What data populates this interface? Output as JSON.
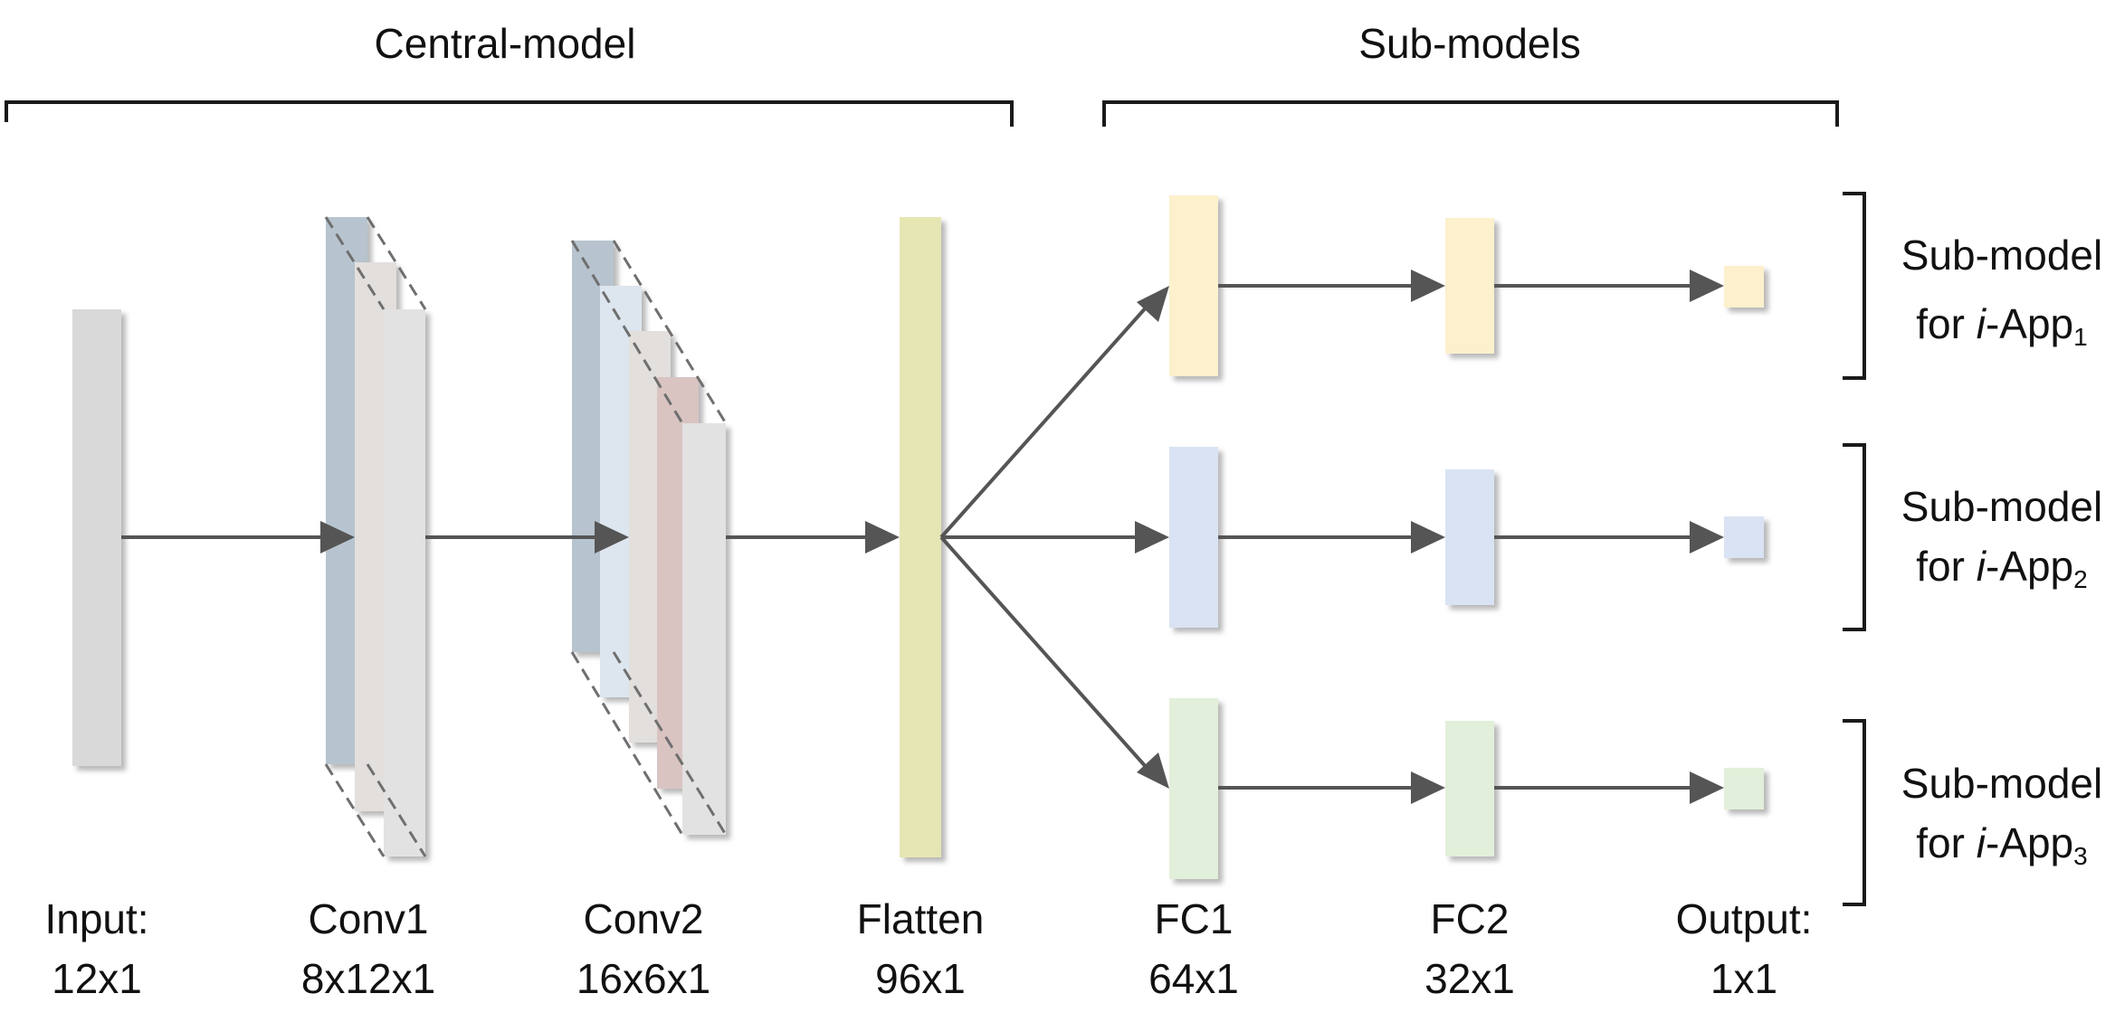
{
  "sections": {
    "central_model": "Central-model",
    "sub_models": "Sub-models"
  },
  "layers": [
    {
      "name": "Input:",
      "size": "12x1"
    },
    {
      "name": "Conv1",
      "size": "8x12x1"
    },
    {
      "name": "Conv2",
      "size": "16x6x1"
    },
    {
      "name": "Flatten",
      "size": "96x1"
    },
    {
      "name": "FC1",
      "size": "64x1"
    },
    {
      "name": "FC2",
      "size": "32x1"
    },
    {
      "name": "Output:",
      "size": "1x1"
    }
  ],
  "submodels": [
    {
      "line1": "Sub-model",
      "prefix": "for ",
      "italic": "i",
      "app": "-App",
      "sub": "1"
    },
    {
      "line1": "Sub-model",
      "prefix": "for ",
      "italic": "i",
      "app": "-App",
      "sub": "2"
    },
    {
      "line1": "Sub-model",
      "prefix": "for ",
      "italic": "i",
      "app": "-App",
      "sub": "3"
    }
  ],
  "colors": {
    "arrow": "#555555",
    "bracket": "#1a1a1a",
    "input": "#d9d9d9",
    "conv_blue": "#b7c4cf",
    "conv_light": "#e3dfdd",
    "conv_pale_blue": "#dde6ee",
    "conv_pink": "#d9c4c2",
    "flatten": "#e6e6b4",
    "app1": "#fdf0cc",
    "app2": "#dae3f3",
    "app3": "#e2efda"
  }
}
